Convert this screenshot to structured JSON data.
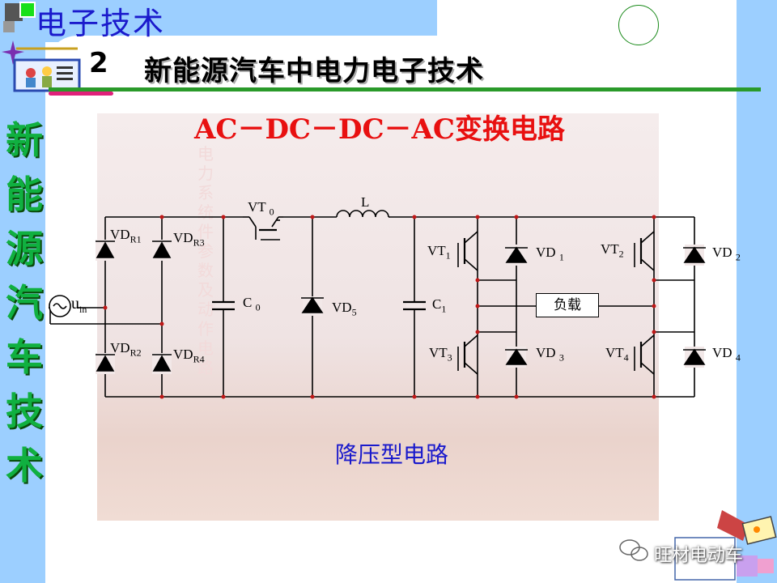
{
  "header": {
    "title": "电子技术"
  },
  "slide": {
    "number": "2",
    "title": "新能源汽车中电力电子技术"
  },
  "sidebar": {
    "chars": [
      "新",
      "能",
      "源",
      "汽",
      "车",
      "技",
      "术"
    ]
  },
  "circuit": {
    "title": "AC－DC－DC－AC变换电路",
    "caption": "降压型电路",
    "vertical_text": "电力系统件参数及动作电路",
    "load_label": "负载",
    "labels": {
      "vdr1": "VD",
      "vdr1_sub": "R1",
      "vdr3": "VD",
      "vdr3_sub": "R3",
      "vdr2": "VD",
      "vdr2_sub": "R2",
      "vdr4": "VD",
      "vdr4_sub": "R4",
      "uin": "u",
      "uin_sub": "in",
      "vt0": "VT",
      "vt0_sub": "0",
      "c0": "C",
      "c0_sub": "0",
      "l": "L",
      "vd5": "VD",
      "vd5_sub": "5",
      "c1": "C",
      "c1_sub": "1",
      "vt1": "VT",
      "vt1_sub": "1",
      "vd1": "VD",
      "vd1_sub": "1",
      "vt2": "VT",
      "vt2_sub": "2",
      "vd2": "VD",
      "vd2_sub": "2",
      "vt3": "VT",
      "vt3_sub": "3",
      "vd3": "VD",
      "vd3_sub": "3",
      "vt4": "VT",
      "vt4_sub": "4",
      "vd4": "VD",
      "vd4_sub": "4"
    }
  },
  "watermark": "旺材电动车"
}
